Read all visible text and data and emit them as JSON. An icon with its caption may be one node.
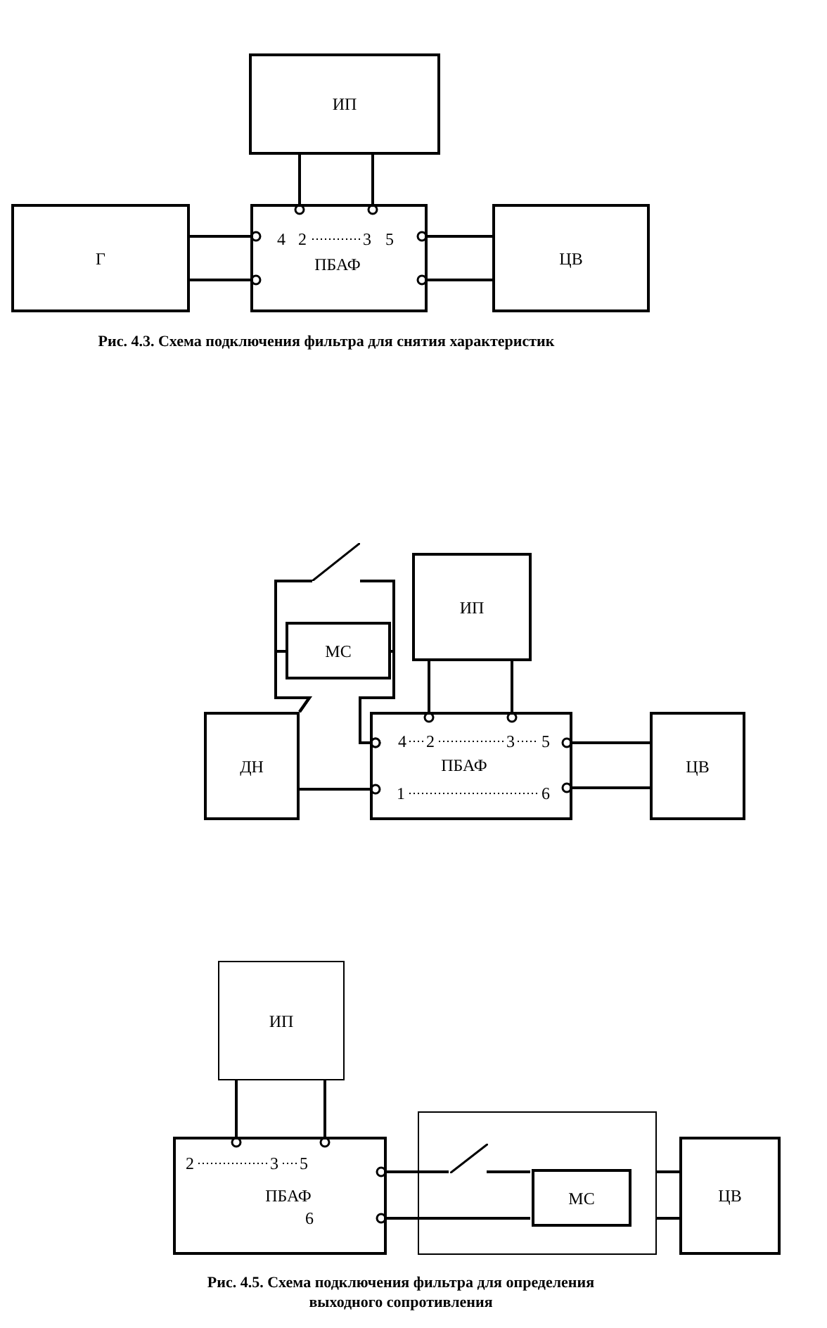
{
  "diagram": {
    "nodes": [
      {
        "text": [
          "ИП"
        ]
      },
      {
        "text": [
          "Г"
        ]
      },
      {
        "text": [
          "4",
          "2",
          "3",
          "5",
          "ПБАФ"
        ]
      },
      {
        "text": [
          "ЦВ"
        ]
      },
      {
        "text": [],
        "shape": "switch"
      },
      {
        "text": [
          "ИП"
        ]
      },
      {
        "text": [
          "МС"
        ]
      },
      {
        "text": [
          "ДН"
        ]
      },
      {
        "text": [
          "4",
          "2",
          "3",
          "5",
          "ПБАФ",
          "1",
          "6"
        ]
      },
      {
        "text": [
          "ЦВ"
        ]
      },
      {
        "text": [
          "ИП"
        ]
      },
      {
        "text": [
          "2",
          "3",
          "5",
          "ПБАФ",
          "6"
        ]
      },
      {
        "text": [],
        "shape": "box"
      },
      {
        "text": [],
        "shape": "switch",
        "in": 12
      },
      {
        "text": [
          "МС"
        ],
        "in": 12
      },
      {
        "text": [
          "ЦВ"
        ]
      }
    ],
    "edges": [
      {
        "from": 0,
        "to": 2,
        "arrow": "other"
      },
      {
        "from": 0,
        "to": 2,
        "arrow": "other"
      },
      {
        "from": 1,
        "to": 2,
        "arrow": "other"
      },
      {
        "from": 1,
        "to": 2,
        "arrow": "other"
      },
      {
        "from": 3,
        "to": 2,
        "arrow": "other"
      },
      {
        "from": 3,
        "to": 2,
        "arrow": "other"
      },
      {
        "from": 5,
        "to": 8,
        "arrow": "other"
      },
      {
        "from": 5,
        "to": 8,
        "arrow": "other"
      },
      {
        "from": 9,
        "to": 8,
        "arrow": "other"
      },
      {
        "from": 9,
        "to": 8,
        "arrow": "other"
      },
      {
        "from": 7,
        "to": 8,
        "arrow": "other"
      },
      {
        "from": 7,
        "to": 6,
        "arrow": "none"
      },
      {
        "from": 7,
        "to": 4,
        "arrow": "none"
      },
      {
        "from": 4,
        "to": 8,
        "arrow": "other"
      },
      {
        "from": 6,
        "to": 8,
        "arrow": "other"
      },
      {
        "from": 10,
        "to": 11,
        "arrow": "other"
      },
      {
        "from": 10,
        "to": 11,
        "arrow": "other"
      },
      {
        "from": 13,
        "to": 11,
        "arrow": "other"
      },
      {
        "from": 13,
        "to": 14,
        "arrow": "none"
      },
      {
        "from": 14,
        "to": 11,
        "arrow": "other"
      },
      {
        "from": 12,
        "to": 15,
        "arrow": "none"
      },
      {
        "from": 12,
        "to": 15,
        "arrow": "none"
      }
    ],
    "labels": [
      "Рис. 4.3. Схема подключения фильтра для снятия характеристик",
      "Рис. 4.5. Схема подключения фильтра для определения выходного сопротивления"
    ]
  }
}
